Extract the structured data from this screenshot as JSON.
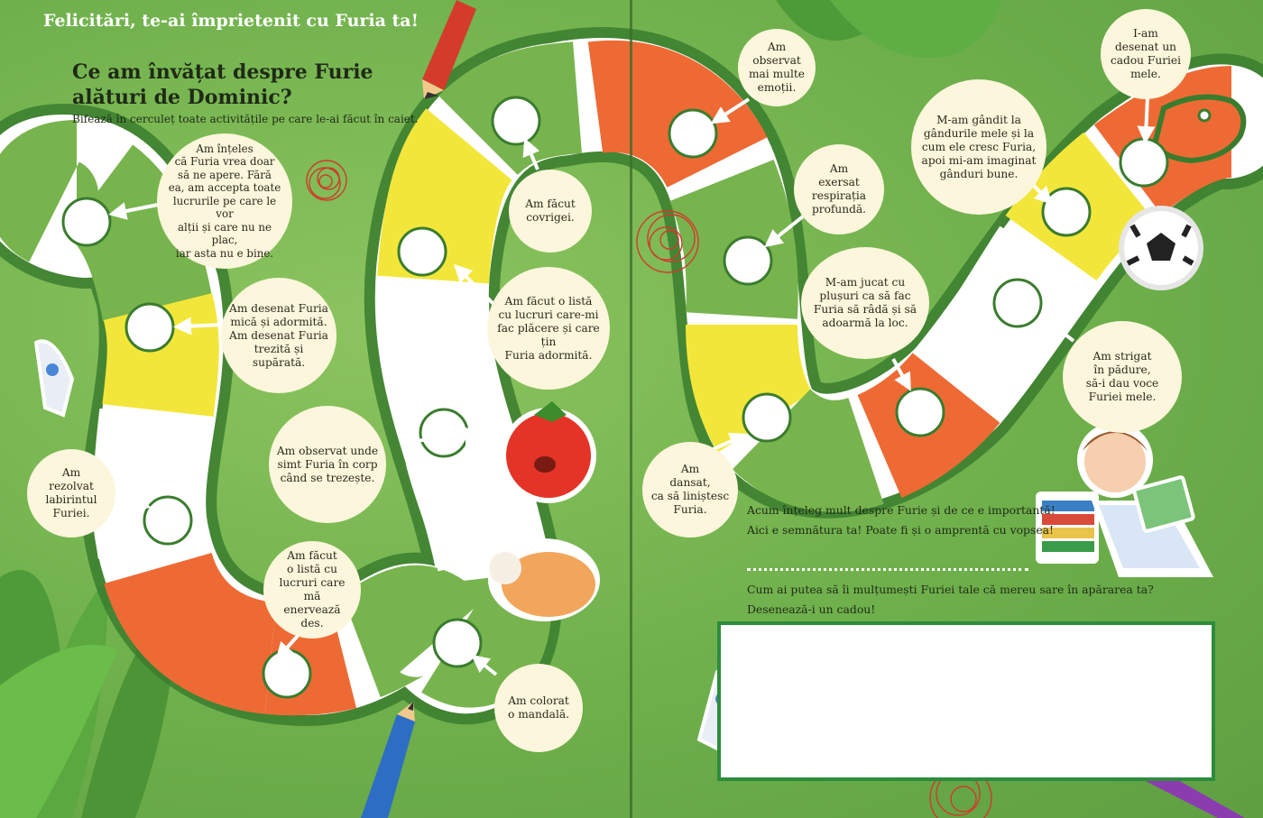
{
  "header": {
    "congrats": "Felicitări, te-ai împrietenit cu Furia ta!"
  },
  "title": {
    "line1": "Ce am învățat despre Furie",
    "line2": "alături de Dominic?"
  },
  "instructions": "Bifează în cerculeț toate activitățile pe care le-ai făcut în caiet.",
  "activities": [
    {
      "lines": [
        "Am înțeles",
        "că Furia vrea doar",
        "să ne apere. Fără",
        "ea, am accepta toate",
        "lucrurile pe care le vor",
        "alții și care nu ne plac,",
        "iar asta nu e bine."
      ]
    },
    {
      "lines": [
        "Am desenat Furia",
        "mică și adormită.",
        "Am desenat Furia",
        "trezită și supărată."
      ]
    },
    {
      "lines": [
        "Am",
        "rezolvat",
        "labirintul",
        "Furiei."
      ]
    },
    {
      "lines": [
        "Am observat unde",
        "simt Furia în corp",
        "când se trezește."
      ]
    },
    {
      "lines": [
        "Am făcut",
        "o listă cu",
        "lucruri care mă",
        "enervează des."
      ]
    },
    {
      "lines": [
        "Am colorat",
        "o mandală."
      ]
    },
    {
      "lines": [
        "Am făcut o listă",
        "cu lucruri care-mi",
        "fac plăcere și care țin",
        "Furia adormită."
      ]
    },
    {
      "lines": [
        "Am făcut",
        "covrigei."
      ]
    },
    {
      "lines": [
        "Am",
        "observat",
        "mai multe",
        "emoții."
      ]
    },
    {
      "lines": [
        "Am",
        "exersat",
        "respirația",
        "profundă."
      ]
    },
    {
      "lines": [
        "M-am jucat cu",
        "plușuri ca să fac",
        "Furia să râdă și să",
        "adoarmă la loc."
      ]
    },
    {
      "lines": [
        "Am",
        "dansat,",
        "ca să liniștesc",
        "Furia."
      ]
    },
    {
      "lines": [
        "Am strigat",
        "în pădure,",
        "să-i dau voce",
        "Furiei mele."
      ]
    },
    {
      "lines": [
        "M-am gândit la",
        "gândurile mele și la",
        "cum ele cresc Furia,",
        "apoi mi-am imaginat",
        "gânduri bune."
      ]
    },
    {
      "lines": [
        "I-am",
        "desenat un",
        "cadou Furiei",
        "mele."
      ]
    }
  ],
  "closing": {
    "line1": "Acum înțeleg mult despre Furie și de ce e importantă!",
    "line2": "Aici e semnătura ta! Poate fi și o amprentă cu vopsea!",
    "question": "Cum ai putea să îi mulțumești Furiei tale că mereu sare în apărarea ta?",
    "prompt": "Desenează-i un cadou!"
  },
  "colors": {
    "green": "#78b44e",
    "yellow": "#f3e63a",
    "white": "#ffffff",
    "orange": "#ee6a34",
    "outline": "#3a7c2e",
    "bubble": "#fbf6dc"
  }
}
